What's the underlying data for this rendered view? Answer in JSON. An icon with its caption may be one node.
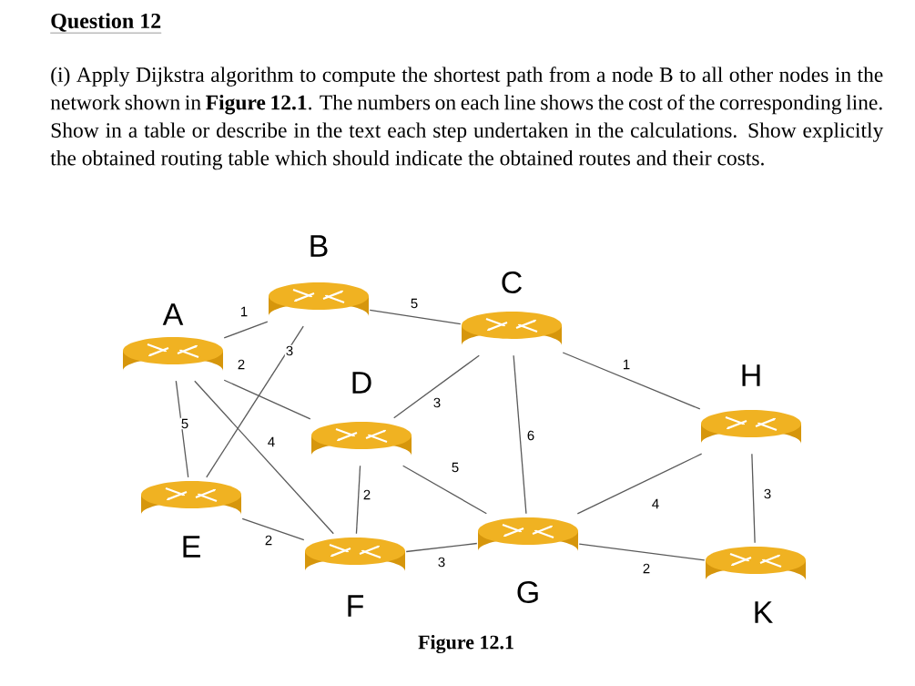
{
  "diagram": {
    "title": "Question 12",
    "nodes": [
      {
        "text": [
          "A"
        ]
      },
      {
        "text": [
          "B"
        ]
      },
      {
        "text": [
          "C"
        ]
      },
      {
        "text": [
          "D"
        ]
      },
      {
        "text": [
          "E"
        ]
      },
      {
        "text": [
          "F"
        ]
      },
      {
        "text": [
          "G"
        ]
      },
      {
        "text": [
          "H"
        ]
      },
      {
        "text": [
          "K"
        ]
      }
    ],
    "edges": [
      {
        "from": 0,
        "to": 1,
        "arrow": "none",
        "label": "1"
      },
      {
        "from": 1,
        "to": 2,
        "arrow": "none",
        "label": "5"
      },
      {
        "from": 0,
        "to": 3,
        "arrow": "none",
        "label": "2"
      },
      {
        "from": 0,
        "to": 5,
        "arrow": "none",
        "label": "4"
      },
      {
        "from": 0,
        "to": 4,
        "arrow": "none",
        "label": "5"
      },
      {
        "from": 1,
        "to": 4,
        "arrow": "none",
        "label": "3"
      },
      {
        "from": 4,
        "to": 5,
        "arrow": "none",
        "label": "2"
      },
      {
        "from": 3,
        "to": 5,
        "arrow": "none",
        "label": "2"
      },
      {
        "from": 2,
        "to": 3,
        "arrow": "none",
        "label": "3"
      },
      {
        "from": 3,
        "to": 6,
        "arrow": "none",
        "label": "5"
      },
      {
        "from": 2,
        "to": 6,
        "arrow": "none",
        "label": "6"
      },
      {
        "from": 2,
        "to": 7,
        "arrow": "none",
        "label": "1"
      },
      {
        "from": 5,
        "to": 6,
        "arrow": "none",
        "label": "3"
      },
      {
        "from": 6,
        "to": 7,
        "arrow": "none",
        "label": "4"
      },
      {
        "from": 6,
        "to": 8,
        "arrow": "none",
        "label": "2"
      },
      {
        "from": 7,
        "to": 8,
        "arrow": "none",
        "label": "3"
      }
    ],
    "labels": [
      "(i) Apply Dijkstra algorithm to compute the shortest path from a node B to all other nodes in the network shown in **Figure 12.1**. The numbers on each line shows the cost of the corresponding line. Show in a table or describe in the text each step undertaken in the calculations. Show explicitly the obtained routing table which should indicate the obtained routes and their costs."
    ],
    "caption": "Figure 12.1"
  }
}
